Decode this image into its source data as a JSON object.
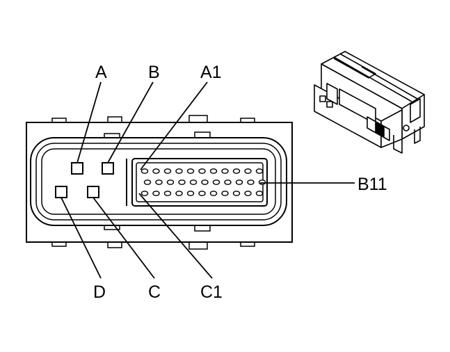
{
  "labels": {
    "A": "A",
    "B": "B",
    "A1": "A1",
    "B11": "B11",
    "C1": "C1",
    "C": "C",
    "D": "D"
  },
  "pin_rows": [
    {
      "count": 11
    },
    {
      "count": 11
    },
    {
      "count": 11
    }
  ]
}
